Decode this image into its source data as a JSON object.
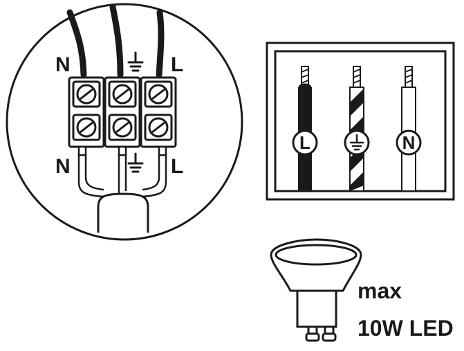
{
  "connector": {
    "top_labels": [
      "N",
      "L"
    ],
    "bottom_labels": [
      "N",
      "L"
    ],
    "earth_symbol": "earth-icon"
  },
  "cable_box": {
    "wires": [
      {
        "label": "L",
        "style": "solid-black"
      },
      {
        "label": "⏚",
        "style": "striped-earth",
        "icon": "earth-icon"
      },
      {
        "label": "N",
        "style": "plain-white"
      }
    ]
  },
  "lamp": {
    "line1": "max",
    "line2": "10W LED",
    "icon": "gu10-bulb-icon"
  },
  "colors": {
    "ink": "#1a1a1a",
    "background": "#ffffff"
  }
}
